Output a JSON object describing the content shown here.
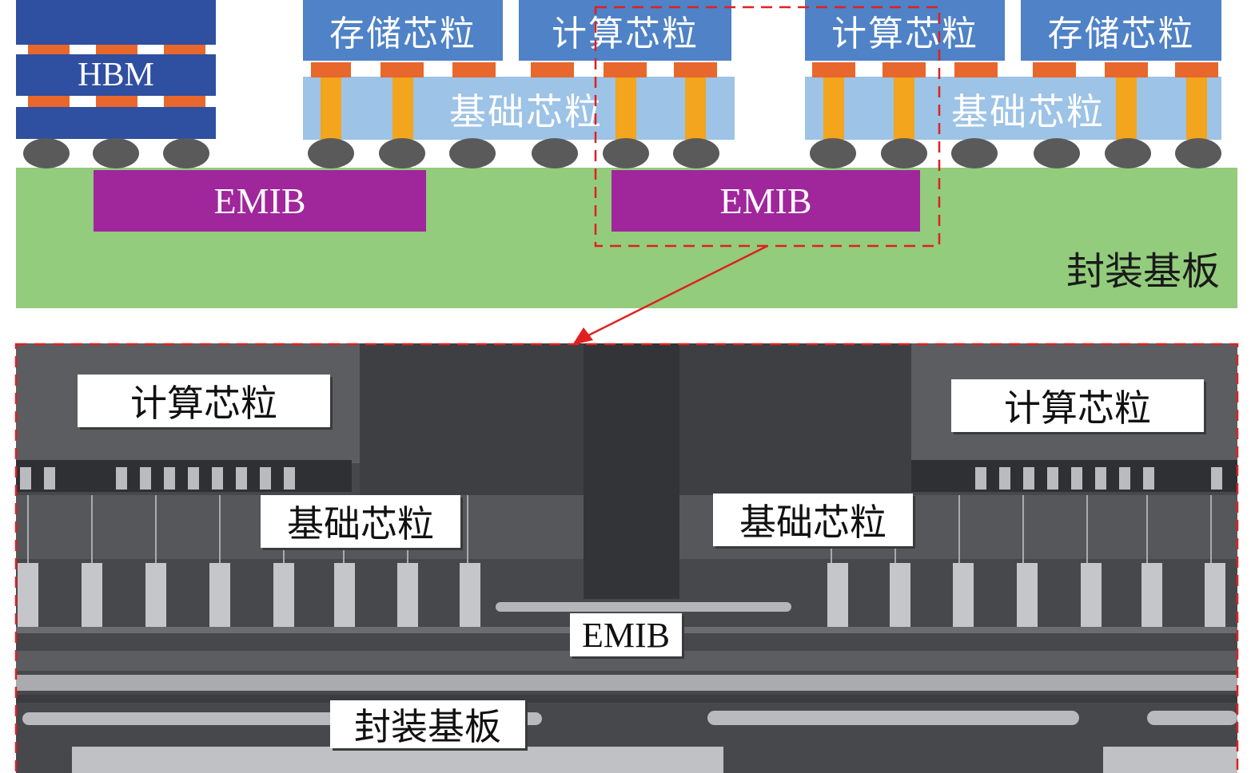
{
  "schematic": {
    "hbm_label": "HBM",
    "chiplets": [
      {
        "id": "storage-left",
        "label": "存储芯粒"
      },
      {
        "id": "compute-left",
        "label": "计算芯粒"
      },
      {
        "id": "compute-right",
        "label": "计算芯粒"
      },
      {
        "id": "storage-right",
        "label": "存储芯粒"
      }
    ],
    "base_dies": [
      "基础芯粒",
      "基础芯粒"
    ],
    "emib_bridges": [
      "EMIB",
      "EMIB"
    ],
    "substrate_label": "封装基板"
  },
  "micrograph": {
    "compute_labels": [
      "计算芯粒",
      "计算芯粒"
    ],
    "base_labels": [
      "基础芯粒",
      "基础芯粒"
    ],
    "emib_label": "EMIB",
    "substrate_label": "封装基板"
  },
  "colors": {
    "hbm_layer": "#2f4fa0",
    "chiplet": "#4f82c6",
    "base_die": "#9dc3e6",
    "microbump_pad": "#e8672c",
    "tsv": "#f2a51d",
    "c4_bump": "#5a5a5a",
    "substrate": "#92cc7c",
    "emib": "#a0269c",
    "callout": "#e02020"
  }
}
